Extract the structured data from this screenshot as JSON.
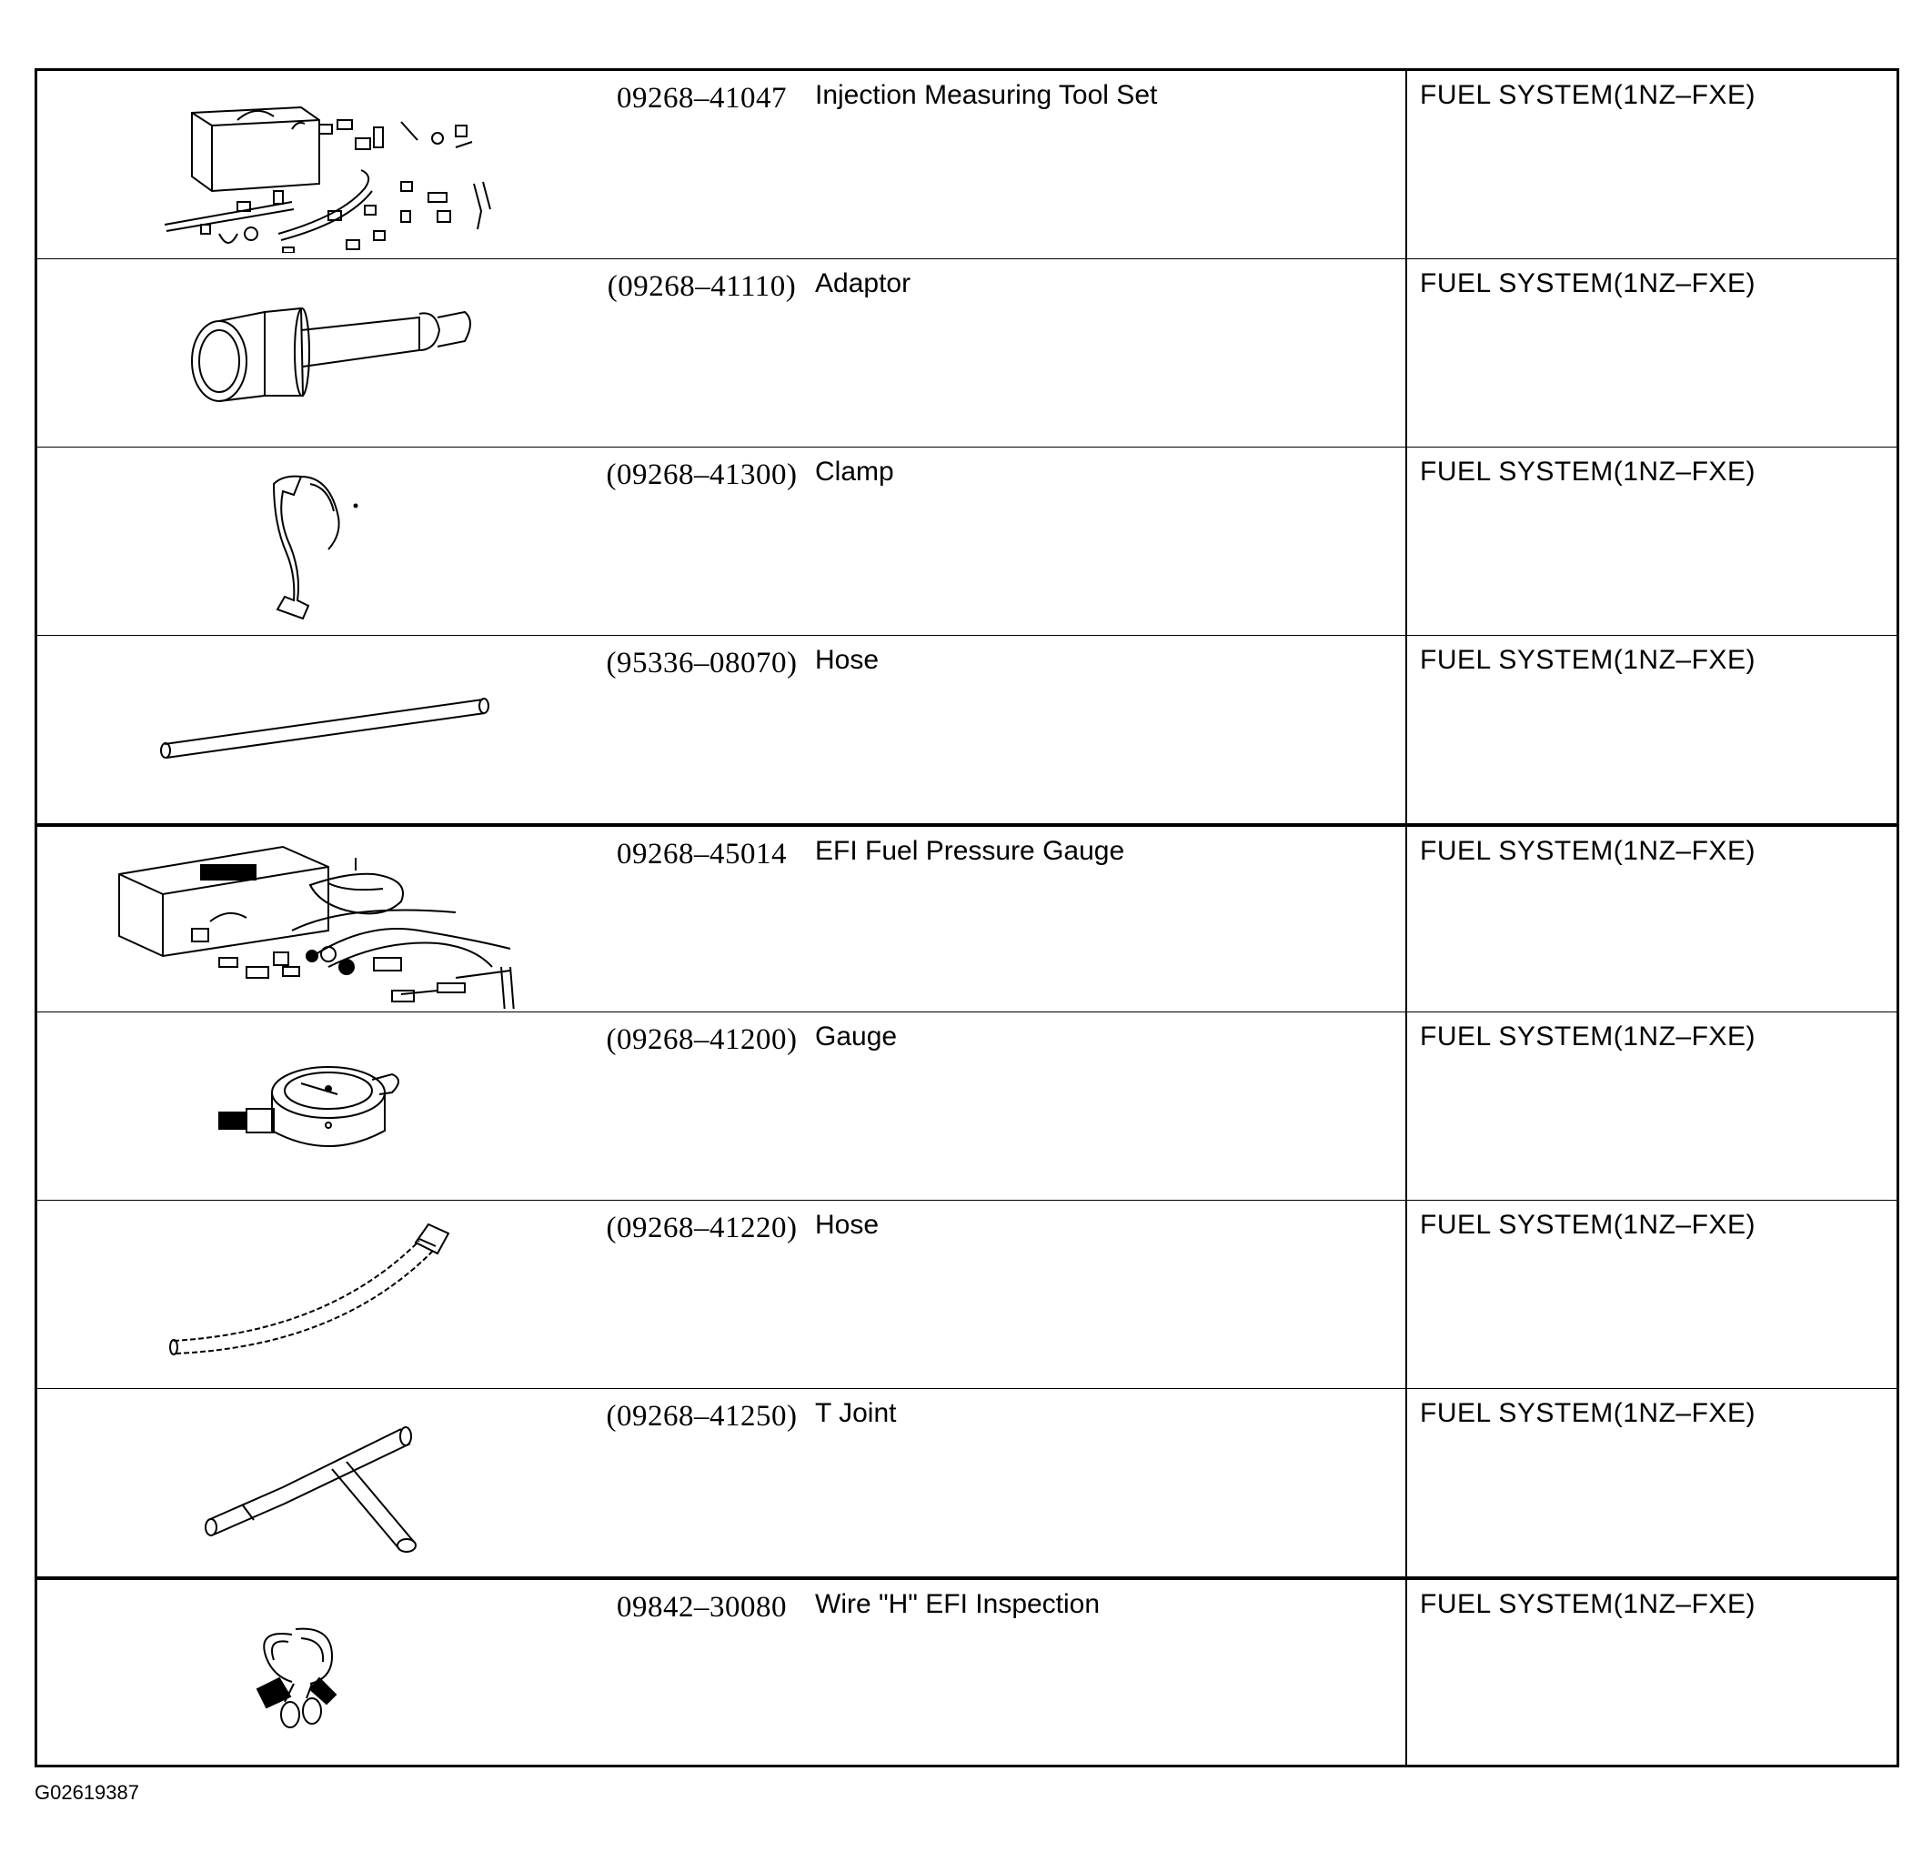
{
  "rows": [
    {
      "part_no": "09268–41047",
      "name": "Injection Measuring Tool Set",
      "section": "FUEL SYSTEM(1NZ–FXE)",
      "icon": "injection-measuring-tool-set-icon"
    },
    {
      "part_no": "(09268–41110)",
      "name": "Adaptor",
      "section": "FUEL SYSTEM(1NZ–FXE)",
      "icon": "adaptor-icon"
    },
    {
      "part_no": "(09268–41300)",
      "name": "Clamp",
      "section": "FUEL SYSTEM(1NZ–FXE)",
      "icon": "clamp-icon"
    },
    {
      "part_no": "(95336–08070)",
      "name": "Hose",
      "section": "FUEL SYSTEM(1NZ–FXE)",
      "icon": "straight-hose-icon"
    },
    {
      "part_no": "09268–45014",
      "name": "EFI Fuel Pressure Gauge",
      "section": "FUEL SYSTEM(1NZ–FXE)",
      "icon": "fuel-pressure-gauge-kit-icon"
    },
    {
      "part_no": "(09268–41200)",
      "name": "Gauge",
      "section": "FUEL SYSTEM(1NZ–FXE)",
      "icon": "gauge-icon"
    },
    {
      "part_no": "(09268–41220)",
      "name": "Hose",
      "section": "FUEL SYSTEM(1NZ–FXE)",
      "icon": "curved-hose-icon"
    },
    {
      "part_no": "(09268–41250)",
      "name": "T Joint",
      "section": "FUEL SYSTEM(1NZ–FXE)",
      "icon": "t-joint-icon"
    },
    {
      "part_no": "09842–30080",
      "name": "Wire \"H\" EFI Inspection",
      "section": "FUEL SYSTEM(1NZ–FXE)",
      "icon": "inspection-wire-icon"
    }
  ],
  "figure_code": "G02619387"
}
